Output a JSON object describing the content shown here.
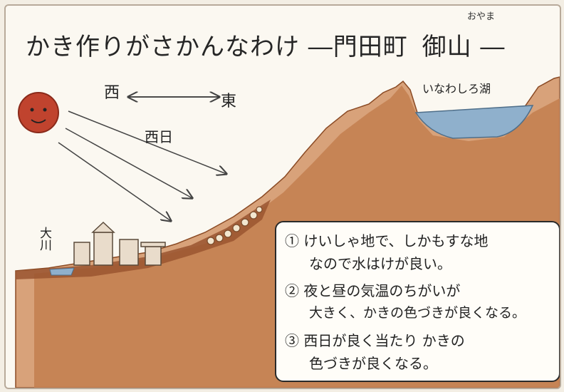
{
  "title": "かき作りがさかんなわけ ―門田町",
  "title_place": "御山 ―",
  "title_furigana": "おやま",
  "direction": {
    "west": "西",
    "east": "東"
  },
  "sun_label": "西日",
  "lake_label": "いなわしろ湖",
  "river_label": "大川",
  "notes": [
    {
      "marker": "①",
      "line1": "けいしゃ地で、しかもすな地",
      "line2": "なので水はけが良い。"
    },
    {
      "marker": "②",
      "line1": "夜と昼の気温のちがいが",
      "line2": "大きく、かきの色づきが良くなる。"
    },
    {
      "marker": "③",
      "line1": "西日が良く当たり かきの",
      "line2": "色づきが良くなる。"
    }
  ],
  "colors": {
    "ground": "#b56b3a",
    "hill": "#c98455",
    "water": "#8fb0cc",
    "sun": "#c0432e",
    "ink": "#222222"
  }
}
